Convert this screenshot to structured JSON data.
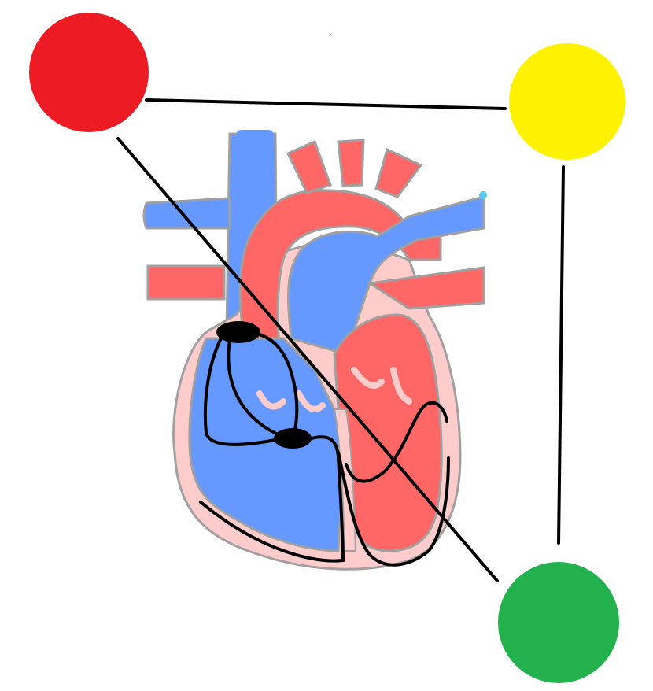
{
  "colors": {
    "background": "#ffffff",
    "deoxygenated_blood": "#6699ff",
    "oxygenated_blood": "#ff6666",
    "heart_tissue": "#ffcccc",
    "outline": "#a0a0a0",
    "conduction_pathway": "#000000",
    "connector_line": "#000000"
  },
  "electrodes": [
    {
      "id": "right-arm",
      "color": "#ed1c24"
    },
    {
      "id": "left-arm",
      "color": "#fff200"
    },
    {
      "id": "left-leg",
      "color": "#22b14c"
    }
  ],
  "conduction_nodes": [
    {
      "id": "sinoatrial-node"
    },
    {
      "id": "atrioventricular-node"
    }
  ]
}
